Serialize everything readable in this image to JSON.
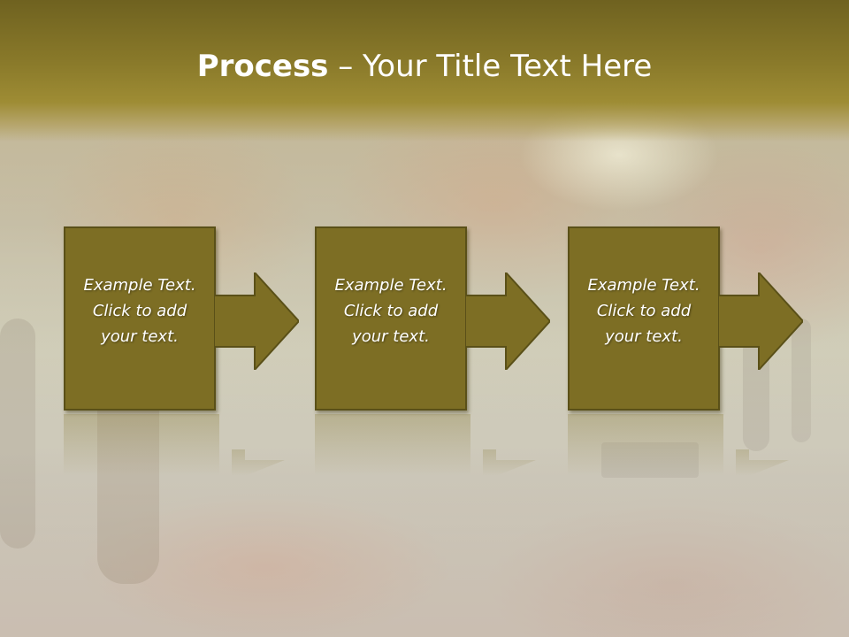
{
  "slide": {
    "title_bold": "Process",
    "title_rest": " – Your Title Text Here",
    "steps": [
      {
        "text": "Example Text.\nClick  to add\nyour text."
      },
      {
        "text": "Example Text.\nClick  to add\nyour text."
      },
      {
        "text": "Example Text.\nClick  to add\nyour text."
      }
    ]
  },
  "colors": {
    "box_fill": "#7d6e24",
    "box_border": "#5a5018",
    "title_band": "#8a7a2a",
    "text": "#ffffff"
  }
}
